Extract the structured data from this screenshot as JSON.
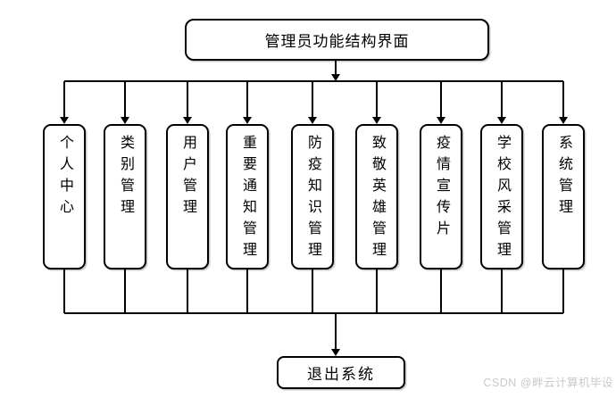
{
  "diagram": {
    "root": {
      "label": "管理员功能结构界面"
    },
    "children": [
      {
        "label": "个人中心"
      },
      {
        "label": "类别管理"
      },
      {
        "label": "用户管理"
      },
      {
        "label": "重要通知管理"
      },
      {
        "label": "防疫知识管理"
      },
      {
        "label": "致敬英雄管理"
      },
      {
        "label": "疫情宣传片"
      },
      {
        "label": "学校风采管理"
      },
      {
        "label": "系统管理"
      }
    ],
    "exit": {
      "label": "退出系统"
    }
  },
  "watermark": {
    "text": "CSDN @畔云计算机毕设",
    "color": "#c9c9c9"
  },
  "colors": {
    "line": "#000000",
    "background": "#ffffff"
  }
}
